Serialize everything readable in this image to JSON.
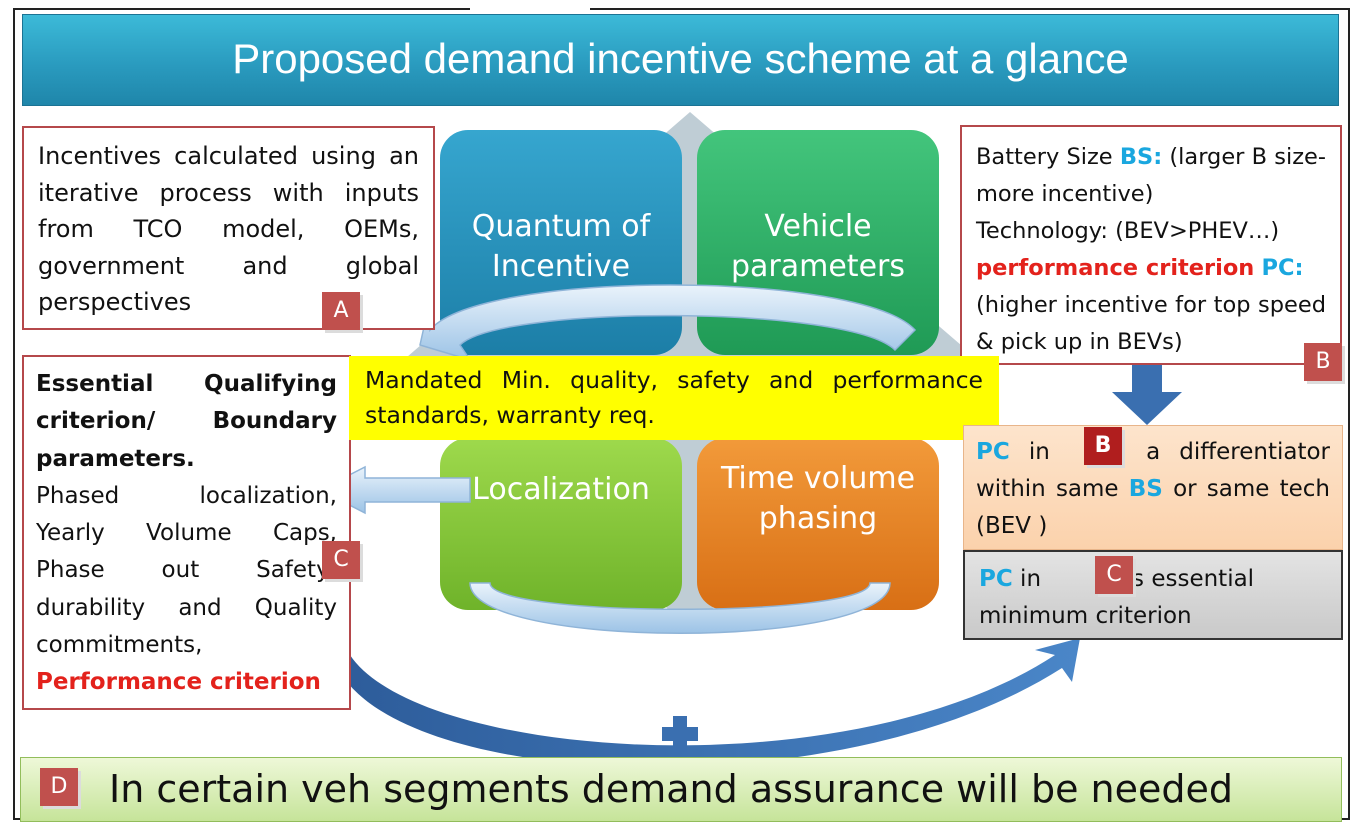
{
  "title": "Proposed demand incentive scheme at a glance",
  "box_a": {
    "text": "Incentives calculated using an iterative process with inputs from TCO model, OEMs, government and global perspectives",
    "badge": "A"
  },
  "box_b": {
    "line1_prefix": "Battery Size ",
    "line1_bs": "BS:",
    "line1_suffix": " (larger B size-more incentive)",
    "line2": "Technology: (BEV>PHEV…)",
    "line3_red": "performance criterion",
    "line3_pc": "PC:",
    "line4": "(higher incentive for top speed & pick up in BEVs)",
    "badge": "B"
  },
  "box_c": {
    "heading": "Essential Qualifying criterion/ Boundary parameters.",
    "body": "Phased localization, Yearly Volume Caps, Phase out Safety, durability and Quality commitments,",
    "red": "Performance criterion",
    "badge": "C"
  },
  "quadrants": {
    "q1": "Quantum of Incentive",
    "q2": "Vehicle parameters",
    "q3": "Localization",
    "q4": "Time volume phasing"
  },
  "yellow_note": "Mandated Min. quality, safety and performance standards, warranty req.",
  "peach_box": {
    "pc": "PC",
    "in": " in ",
    "badge": "B",
    "text1": " a differentiator within same ",
    "bs": "BS",
    "text2": " or same tech (BEV )"
  },
  "grey_box": {
    "pc": "PC",
    "in": " in ",
    "badge": "C",
    "text": " is essential minimum criterion"
  },
  "bottom": {
    "badge": "D",
    "text": "In certain veh segments demand assurance will be needed"
  },
  "colors": {
    "title_bar": "#2a9bbf",
    "box_border": "#b5484b",
    "accent_red": "#e3221c",
    "accent_blue": "#1aa7df",
    "yellow": "#ffff00",
    "badge": "#c0504d",
    "arrow_blue": "#3a6fb0"
  }
}
